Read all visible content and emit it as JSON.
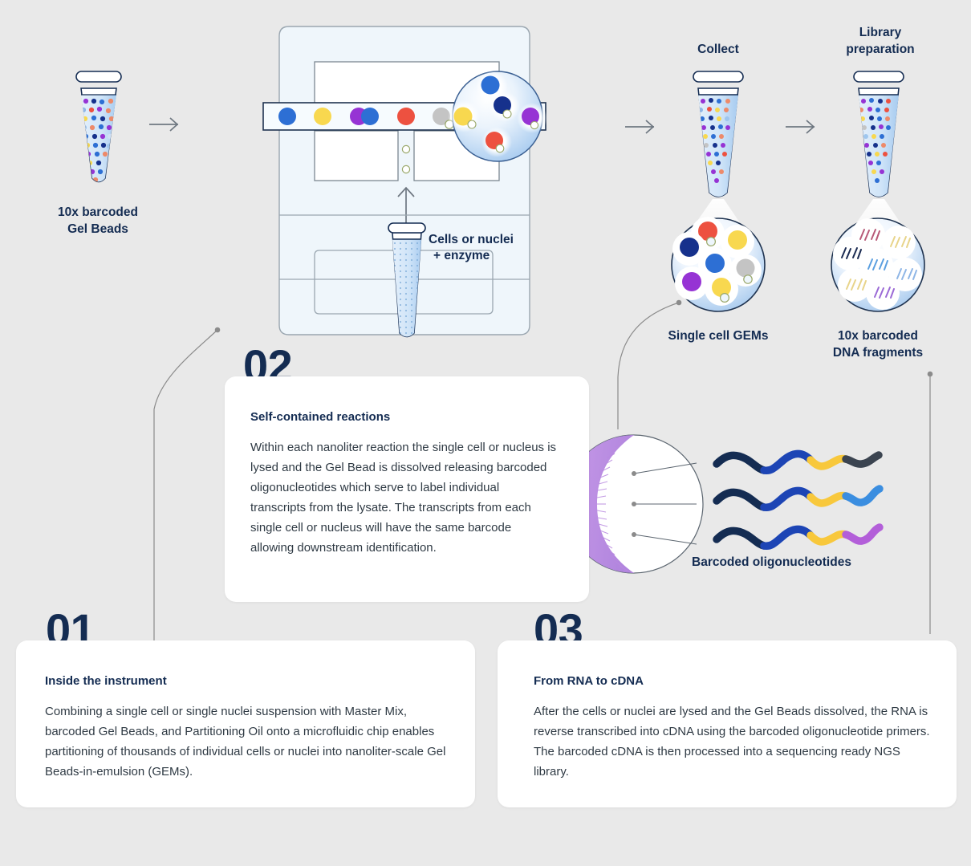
{
  "theme": {
    "bg": "#e9e9e9",
    "card_bg": "#ffffff",
    "navy": "#142c52",
    "body_text": "#2f3a44",
    "instrument_fill": "#eff6fb",
    "instrument_stroke": "#8e9aa4",
    "gem_fill_light": "#ffffff",
    "gem_fill_blue": "#a9cdf2",
    "bead_blue": "#2d6fd4",
    "bead_navy": "#16318c",
    "bead_yellow": "#f8d84f",
    "bead_purple": "#9633d4",
    "bead_red": "#ed5140",
    "bead_gray": "#c4c4c4",
    "oligo_navy": "#142c52",
    "oligo_blue": "#1d45b5",
    "oligo_yellow": "#f8c83c",
    "oligo_darkgray": "#3b4450",
    "oligo_lightblue": "#3b8ee0",
    "oligo_purple": "#b35fd9",
    "gelbead_purple": "#b98ae0",
    "leader_line": "#8b8b8b"
  },
  "top_row": {
    "gelbeads_caption": [
      "10x barcoded",
      "Gel Beads"
    ],
    "sample_label": [
      "Cells or nuclei",
      "+ enzyme"
    ],
    "collect_label": [
      "Collect"
    ],
    "library_label": [
      "Library",
      "preparation"
    ],
    "gems_caption": [
      "Single cell GEMs"
    ],
    "dna_caption": [
      "10x barcoded",
      "DNA fragments"
    ],
    "oligo_caption": "Barcoded oligonucleotides"
  },
  "steps": [
    {
      "number": "01",
      "title": "Inside the instrument",
      "body": "Combining a single cell or single nuclei suspension with Master Mix, barcoded Gel Beads, and Partitioning Oil onto a microfluidic chip enables partitioning of thousands of individual cells or nuclei into nanoliter-scale Gel Beads-in-emulsion (GEMs)."
    },
    {
      "number": "02",
      "title": "Self-contained reactions",
      "body": "Within each nanoliter reaction the single cell or nucleus is lysed and the Gel Bead is dissolved releasing barcoded oligonucleotides which serve to label individual transcripts from the lysate. The transcripts from each single cell or nucleus will have the same barcode allowing downstream identification."
    },
    {
      "number": "03",
      "title": "From RNA to cDNA",
      "body": "After the cells or nuclei are lysed and the Gel Beads dissolved, the RNA is reverse transcribed into cDNA using the barcoded oligonucleotide primers. The barcoded cDNA is then processed into a sequencing ready NGS library."
    }
  ],
  "chip_channel_beads": [
    "#2d6fd4",
    "#f8d84f",
    "#9633d4",
    "#2d6fd4",
    "#ed5140",
    "#c4c4c4",
    "#f8d84f"
  ],
  "gem_zoom_beads": [
    "#2d6fd4",
    "#16318c",
    "#9633d4",
    "#ed5140",
    "#f8d84f"
  ],
  "gems_circle_beads": [
    "#ed5140",
    "#f8d84f",
    "#16318c",
    "#2d6fd4",
    "#c4c4c4",
    "#9633d4",
    "#f8d84f"
  ],
  "oligo_strands": [
    {
      "head": "#142c52",
      "mid": "#1d45b5",
      "barcode": "#f8c83c",
      "tail": "#3b4450"
    },
    {
      "head": "#142c52",
      "mid": "#1d45b5",
      "barcode": "#f8c83c",
      "tail": "#3b8ee0"
    },
    {
      "head": "#142c52",
      "mid": "#1d45b5",
      "barcode": "#f8c83c",
      "tail": "#b35fd9"
    }
  ],
  "arrows": [
    "flow-arrow-1",
    "flow-arrow-2",
    "flow-arrow-3"
  ]
}
